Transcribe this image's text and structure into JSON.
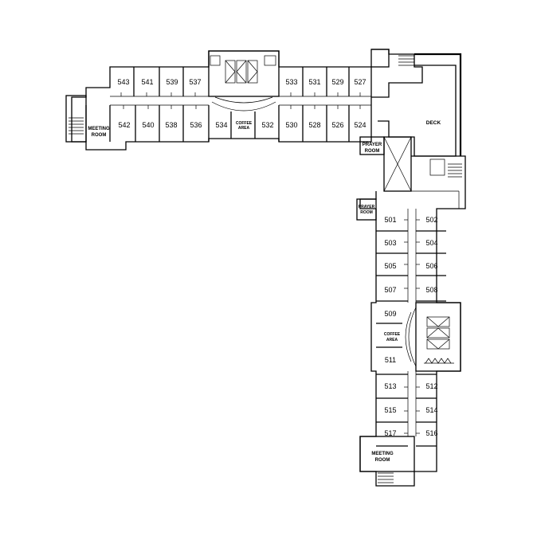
{
  "plan": {
    "rooms": [
      {
        "id": "r543",
        "text": "543"
      },
      {
        "id": "r541",
        "text": "541"
      },
      {
        "id": "r539",
        "text": "539"
      },
      {
        "id": "r537",
        "text": "537"
      },
      {
        "id": "r533",
        "text": "533"
      },
      {
        "id": "r531",
        "text": "531"
      },
      {
        "id": "r529",
        "text": "529"
      },
      {
        "id": "r527",
        "text": "527"
      },
      {
        "id": "r542",
        "text": "542"
      },
      {
        "id": "r540",
        "text": "540"
      },
      {
        "id": "r538",
        "text": "538"
      },
      {
        "id": "r536",
        "text": "536"
      },
      {
        "id": "r534",
        "text": "534"
      },
      {
        "id": "r532",
        "text": "532"
      },
      {
        "id": "r530",
        "text": "530"
      },
      {
        "id": "r528",
        "text": "528"
      },
      {
        "id": "r526",
        "text": "526"
      },
      {
        "id": "r524",
        "text": "524"
      },
      {
        "id": "r501",
        "text": "501"
      },
      {
        "id": "r502",
        "text": "502"
      },
      {
        "id": "r503",
        "text": "503"
      },
      {
        "id": "r504",
        "text": "504"
      },
      {
        "id": "r505",
        "text": "505"
      },
      {
        "id": "r506",
        "text": "506"
      },
      {
        "id": "r507",
        "text": "507"
      },
      {
        "id": "r508",
        "text": "508"
      },
      {
        "id": "r509",
        "text": "509"
      },
      {
        "id": "r511",
        "text": "511"
      },
      {
        "id": "r513",
        "text": "513"
      },
      {
        "id": "r512",
        "text": "512"
      },
      {
        "id": "r515",
        "text": "515"
      },
      {
        "id": "r514",
        "text": "514"
      },
      {
        "id": "r517",
        "text": "517"
      },
      {
        "id": "r516",
        "text": "516"
      }
    ],
    "labels": {
      "meeting_room_west_1": "MEETING",
      "meeting_room_west_2": "ROOM",
      "coffee_north_1": "COFFEE",
      "coffee_north_2": "AREA",
      "deck": "DECK",
      "prayer_north_1": "PRAYER",
      "prayer_north_2": "ROOM",
      "prayer_south_1": "PRAYER",
      "prayer_south_2": "ROOM",
      "coffee_east_1": "COFFEE",
      "coffee_east_2": "AREA",
      "meeting_room_south_1": "MEETING",
      "meeting_room_south_2": "ROOM"
    }
  }
}
